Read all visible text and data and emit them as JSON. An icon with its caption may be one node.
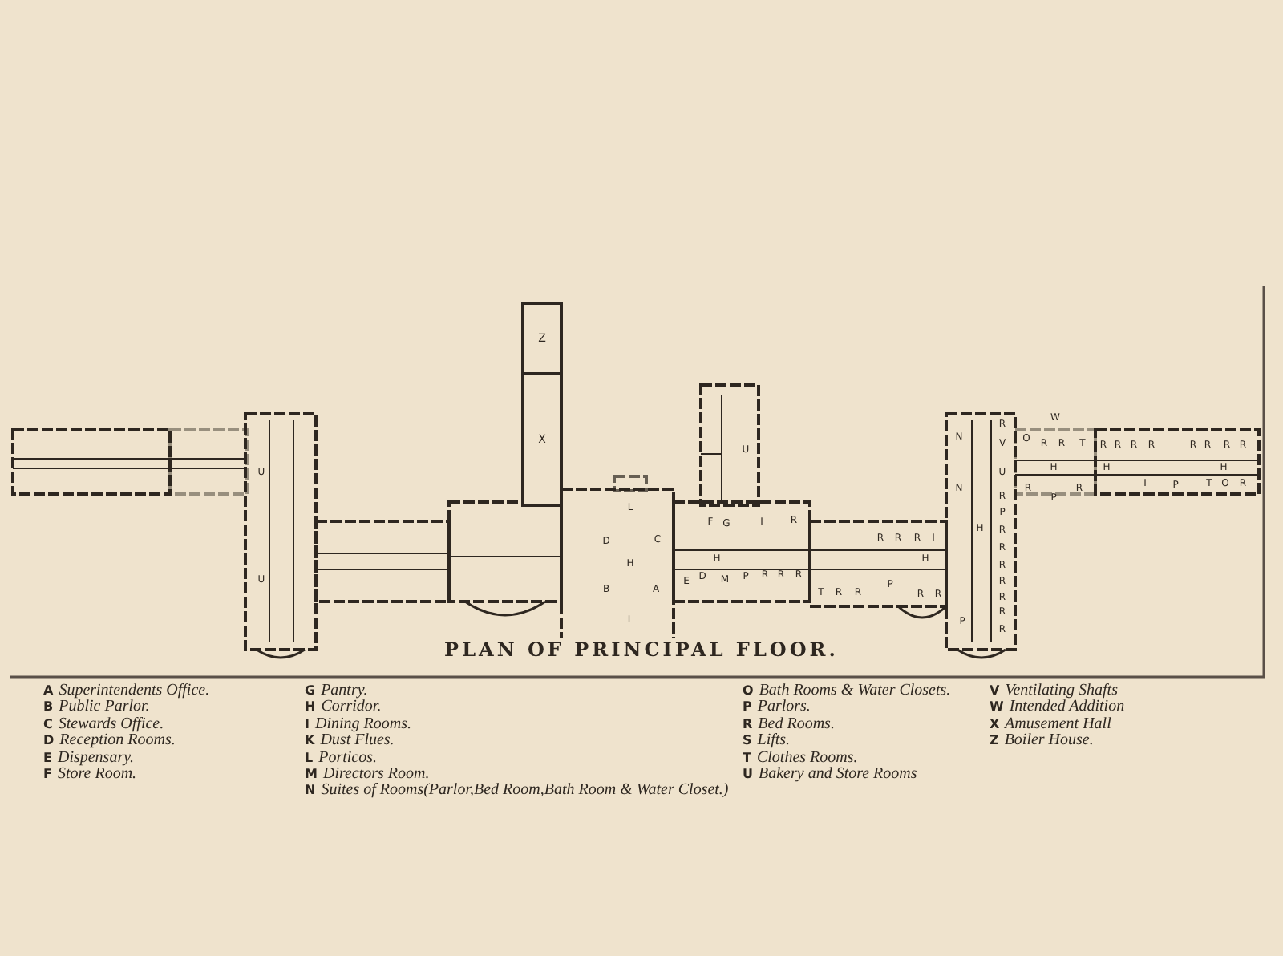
{
  "diagram": {
    "title": "PLAN OF PRINCIPAL FLOOR.",
    "nodes": [
      {
        "text": [
          "Z"
        ]
      },
      {
        "text": [
          "X"
        ]
      }
    ],
    "labels": [
      "W",
      "R",
      "N",
      "O",
      "R",
      "R",
      "T",
      "R",
      "R",
      "R",
      "R",
      "R",
      "R",
      "R",
      "R",
      "U",
      "V",
      "H",
      "H",
      "H",
      "U",
      "U",
      "N",
      "R",
      "R",
      "I",
      "P",
      "T",
      "O",
      "R",
      "R",
      "P",
      "P",
      "L",
      "F",
      "G",
      "I",
      "R",
      "H",
      "R",
      "D",
      "C",
      "R",
      "R",
      "R",
      "I",
      "H",
      "R",
      "H",
      "H",
      "R",
      "E",
      "D",
      "M",
      "P",
      "R",
      "R",
      "R",
      "U",
      "R",
      "P",
      "B",
      "A",
      "T",
      "R",
      "R",
      "R",
      "R",
      "R",
      "R",
      "L",
      "P",
      "R",
      "**A** Superintendents Office.",
      "**B** Public Parlor.",
      "**C** Stewards Office.",
      "**D** Reception Rooms.",
      "**E** Dispensary.",
      "**F** Store Room.",
      "**G** Pantry.",
      "**H** Corridor.",
      "**I** Dining Rooms.",
      "**K** Dust Flues.",
      "**L** Porticos.",
      "**M** Directors Room.",
      "**N** Suites of Rooms(Parlor,Bed Room,Bath Room & Water Closet.)",
      "**O** Bath Rooms & Water Closets.",
      "**P** Parlors.",
      "**R** Bed Rooms.",
      "**S** Lifts.",
      "**T** Clothes Rooms.",
      "**U** Bakery and Store Rooms",
      "**V** Ventilating Shafts",
      "**W** Intended Addition",
      "**X** Amusement Hall",
      "**Z** Boiler House."
    ]
  }
}
